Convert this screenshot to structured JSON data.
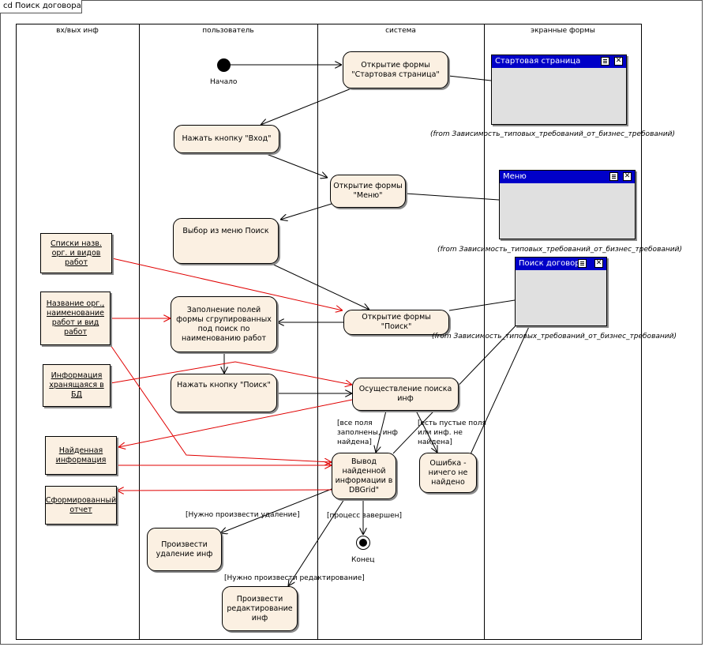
{
  "diagram": {
    "title": "cd Поиск договора",
    "lanes": [
      "вх/вых инф",
      "пользователь",
      "система",
      "экранные формы"
    ],
    "start_label": "Начало",
    "end_label": "Конец",
    "activities": {
      "open_start": "Открытие формы \"Стартовая страница\"",
      "click_enter": "Нажать кнопку \"Вход\"",
      "open_menu": "Открытие формы \"Меню\"",
      "menu_search": "Выбор из меню Поиск",
      "open_search": "Открытие формы \"Поиск\"",
      "fill_fields": "Заполнение полей формы сгрупированных под поиск по наименованию работ",
      "click_search": "Нажать кнопку \"Поиск\"",
      "do_search": "Осуществление поиска инф",
      "show_results": "Вывод найденной информации в DBGrid\"",
      "error": "Ошибка - ничего не найдено",
      "delete": "Произвести удаление инф",
      "edit": "Произвести редактирование инф"
    },
    "objects": {
      "lists": "Списки назв. орг. и видов работ",
      "org_name": "Название орг., наименование работ и вид работ",
      "db_info": "Информация хранящаяся в БД",
      "found": "Найденная информация",
      "report": "Сформированный отчет"
    },
    "guards": {
      "all_filled": "[все поля заполнены, инф найдена]",
      "empty_fields": "[есть пустые поля или инф. не найдена]",
      "need_delete": "[Нужно произвести удаление]",
      "done": "[процесс завершен]",
      "need_edit": "[Нужно произвести редактирование]"
    },
    "forms": {
      "start_page": "Стартовая страница",
      "menu": "Меню",
      "search": "Поиск договора"
    },
    "notes": {
      "from_req": "(from Зависимость_типовых_требований_от_бизнес_требований)"
    },
    "colors": {
      "node_fill": "#fbf0e2",
      "form_title": "#0000c8",
      "form_body": "#e0e0e0",
      "data_flow": "#e00000",
      "control_flow": "#000000"
    }
  }
}
